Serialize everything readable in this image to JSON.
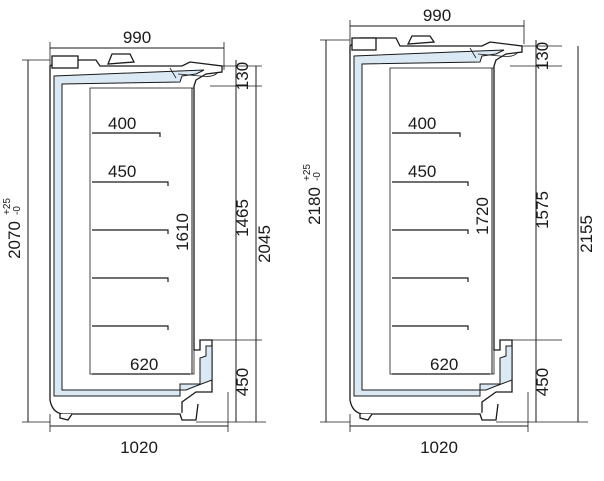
{
  "diagram": {
    "left_unit": {
      "top_width": "990",
      "base_width": "1020",
      "overall_height": "2070",
      "tolerance_plus": "+25",
      "tolerance_minus": "-0",
      "canopy_height": "130",
      "loading_height": "1465",
      "outer_height": "2045",
      "internal_height": "1610",
      "base_height": "450",
      "shelf_depths": [
        "400",
        "450"
      ],
      "bottom_depth": "620"
    },
    "right_unit": {
      "top_width": "990",
      "base_width": "1020",
      "overall_height": "2180",
      "tolerance_plus": "+25",
      "tolerance_minus": "-0",
      "canopy_height": "130",
      "loading_height": "1575",
      "outer_height": "2155",
      "internal_height": "1720",
      "base_height": "450",
      "shelf_depths": [
        "400",
        "450"
      ],
      "bottom_depth": "620"
    },
    "colors": {
      "line": "#1a1a1a",
      "liner": "#dbe9f4",
      "background": "#ffffff"
    }
  }
}
